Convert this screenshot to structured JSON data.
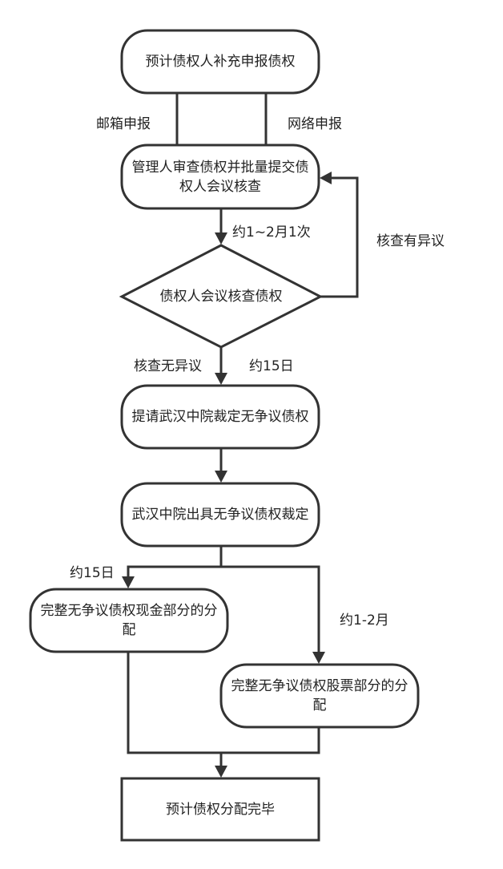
{
  "nodes": {
    "start": "预计债权人补充申报债权",
    "review": "管理人审查债权并批量提交债权人会议核查",
    "meeting": "债权人会议核查债权",
    "submit": "提请武汉中院裁定无争议债权",
    "ruling": "武汉中院出具无争议债权裁定",
    "cash": "完整无争议债权现金部分的分配",
    "stock": "完整无争议债权股票部分的分配",
    "end": "预计债权分配完毕"
  },
  "edges": {
    "mail": "邮箱申报",
    "online": "网络申报",
    "freq": "约1~2月1次",
    "objection": "核查有异议",
    "no_objection": "核查无异议",
    "days15_a": "约15日",
    "days15_b": "约15日",
    "months": "约1-2月"
  }
}
